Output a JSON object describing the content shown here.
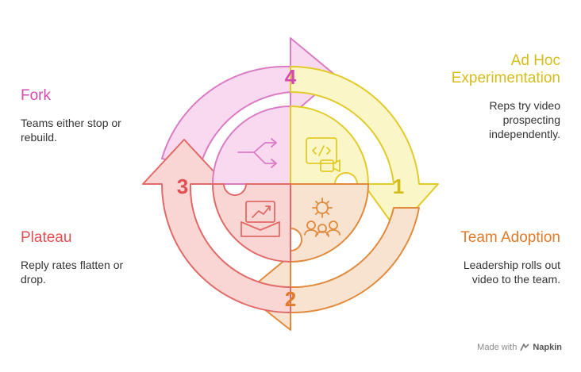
{
  "colors": {
    "step1_stroke": "#e1cb2a",
    "step1_fill": "#fbf6c7",
    "step1_text": "#d4bc1b",
    "step2_stroke": "#e08a3d",
    "step2_fill": "#f7e3cf",
    "step2_text": "#e07b29",
    "step3_stroke": "#e06a67",
    "step3_fill": "#f9d6d3",
    "step3_text": "#e04f52",
    "step4_stroke": "#d97cc3",
    "step4_fill": "#f8d9ef",
    "step4_text": "#d54ab0"
  },
  "steps": [
    {
      "number": "1",
      "title_lines": [
        "Ad Hoc",
        "Experimentation"
      ],
      "desc_lines": [
        "Reps try video",
        "prospecting",
        "independently."
      ],
      "icon": "code-video-icon"
    },
    {
      "number": "2",
      "title_lines": [
        "Team Adoption"
      ],
      "desc_lines": [
        "Leadership rolls out",
        "video to the team."
      ],
      "icon": "team-gear-icon"
    },
    {
      "number": "3",
      "title_lines": [
        "Plateau"
      ],
      "desc_lines": [
        "Reply rates flatten or",
        "drop."
      ],
      "icon": "chart-mail-icon"
    },
    {
      "number": "4",
      "title_lines": [
        "Fork"
      ],
      "desc_lines": [
        "Teams either stop or",
        "rebuild."
      ],
      "icon": "fork-arrows-icon"
    }
  ],
  "footer": {
    "prefix": "Made with",
    "brand": "Napkin"
  }
}
